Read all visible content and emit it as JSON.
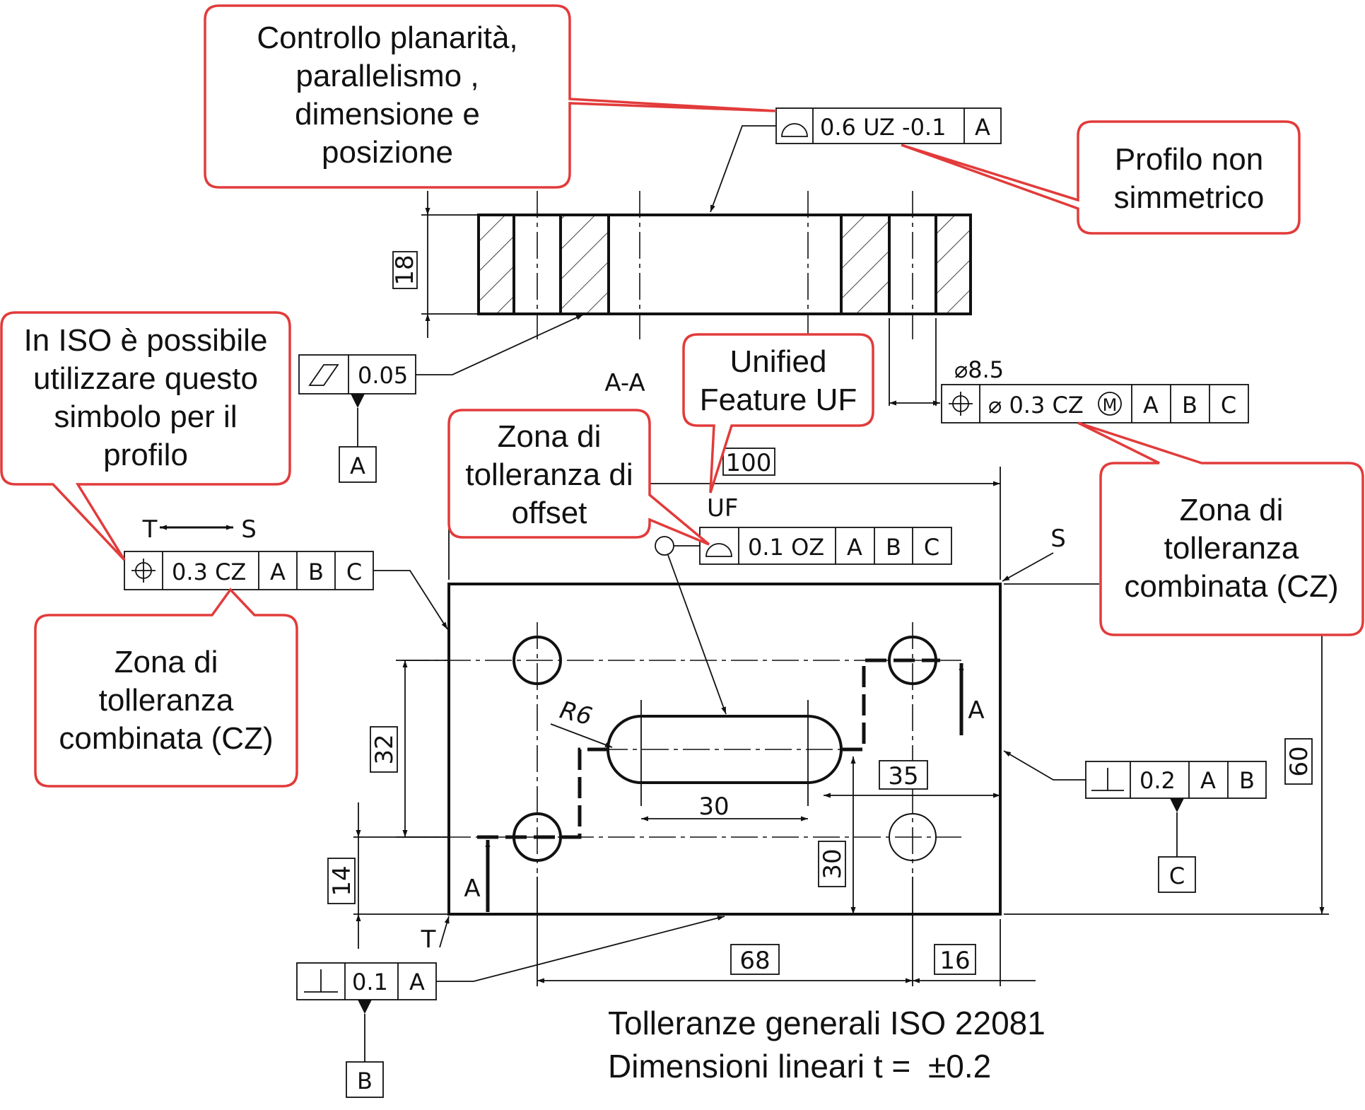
{
  "callouts": {
    "planarita": [
      "Controllo planarità,",
      "parallelismo ,",
      "dimensione e",
      "posizione"
    ],
    "profilo_non_simmetrico": [
      "Profilo non",
      "simmetrico"
    ],
    "iso_simbolo": [
      "In ISO è possibile",
      "utilizzare questo",
      "simbolo per il",
      "profilo"
    ],
    "unified_feature": [
      "Unified",
      "Feature UF"
    ],
    "offset": [
      "Zona di",
      "tolleranza di",
      "offset"
    ],
    "cz_right": [
      "Zona di",
      "tolleranza",
      "combinata (CZ)"
    ],
    "cz_left": [
      "Zona di",
      "tolleranza",
      "combinata (CZ)"
    ]
  },
  "section_label": "A-A",
  "fcf": {
    "profile_top": {
      "value": "0.6 UZ -0.1",
      "datum": "A"
    },
    "flatness": {
      "value": "0.05"
    },
    "position_holes": {
      "size": "⌀8.5",
      "value": "⌀ 0.3 CZ",
      "modifier": "M",
      "datums": [
        "A",
        "B",
        "C"
      ]
    },
    "profile_offset": {
      "label": "UF",
      "value": "0.1 OZ",
      "datums": [
        "A",
        "B",
        "C"
      ]
    },
    "position_left": {
      "value": "0.3 CZ",
      "datums": [
        "A",
        "B",
        "C"
      ],
      "between": [
        "T",
        "S"
      ]
    },
    "perp_right": {
      "value": "0.2",
      "datums": [
        "A",
        "B"
      ]
    },
    "perp_bottom": {
      "value": "0.1",
      "datums": [
        "A"
      ]
    }
  },
  "datums": {
    "a": "A",
    "b": "B",
    "c": "C"
  },
  "dimensions": {
    "thickness": "18",
    "width": "100",
    "height": "60",
    "vertical_32": "32",
    "vertical_14": "14",
    "vertical_30": "30",
    "horizontal_35": "35",
    "slot_30": "30",
    "horizontal_68": "68",
    "horizontal_16": "16",
    "slot_radius": "R6"
  },
  "letters": {
    "s": "S",
    "t": "T",
    "section_arrow": "A"
  },
  "footer": {
    "line1": "Tolleranze generali ISO 22081",
    "line2_prefix": "Dimensioni lineari t = ",
    "line2_value": "±0.2"
  }
}
